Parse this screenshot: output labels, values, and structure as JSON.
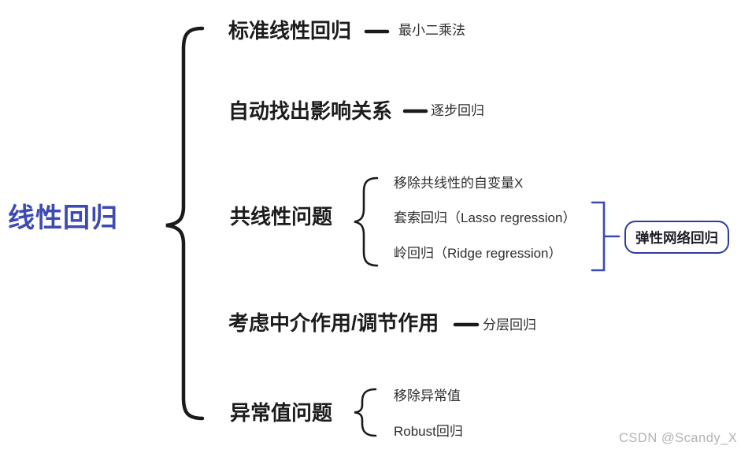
{
  "title": {
    "text": "线性回归"
  },
  "branches": [
    {
      "label": "标准线性回归",
      "connector": "dash",
      "note": "最小二乘法"
    },
    {
      "label": "自动找出影响关系",
      "connector": "dash",
      "note": "逐步回归"
    },
    {
      "label": "共线性问题",
      "connector": "brace",
      "children": [
        "移除共线性的自变量X",
        "套索回归（Lasso regression）",
        "岭回归（Ridge regression）"
      ]
    },
    {
      "label": "考虑中介作用/调节作用",
      "connector": "dash",
      "note": "分层回归"
    },
    {
      "label": "异常值问题",
      "connector": "brace",
      "children": [
        "移除异常值",
        "Robust回归"
      ]
    }
  ],
  "callout": {
    "label": "弹性网络回归",
    "connects": [
      "套索回归（Lasso regression）",
      "岭回归（Ridge regression）"
    ]
  },
  "watermark": "CSDN @Scandy_X",
  "colors": {
    "title_blue": "#3b4bb2",
    "callout_border": "#2d3c9e",
    "bracket_blue": "#3a4ab5",
    "line_black": "#1a1a1a",
    "label_dark": "#1c1c1c",
    "subtext_dark": "#2e2e2e",
    "watermark_gray": "#b3b3b3",
    "background": "#ffffff"
  }
}
